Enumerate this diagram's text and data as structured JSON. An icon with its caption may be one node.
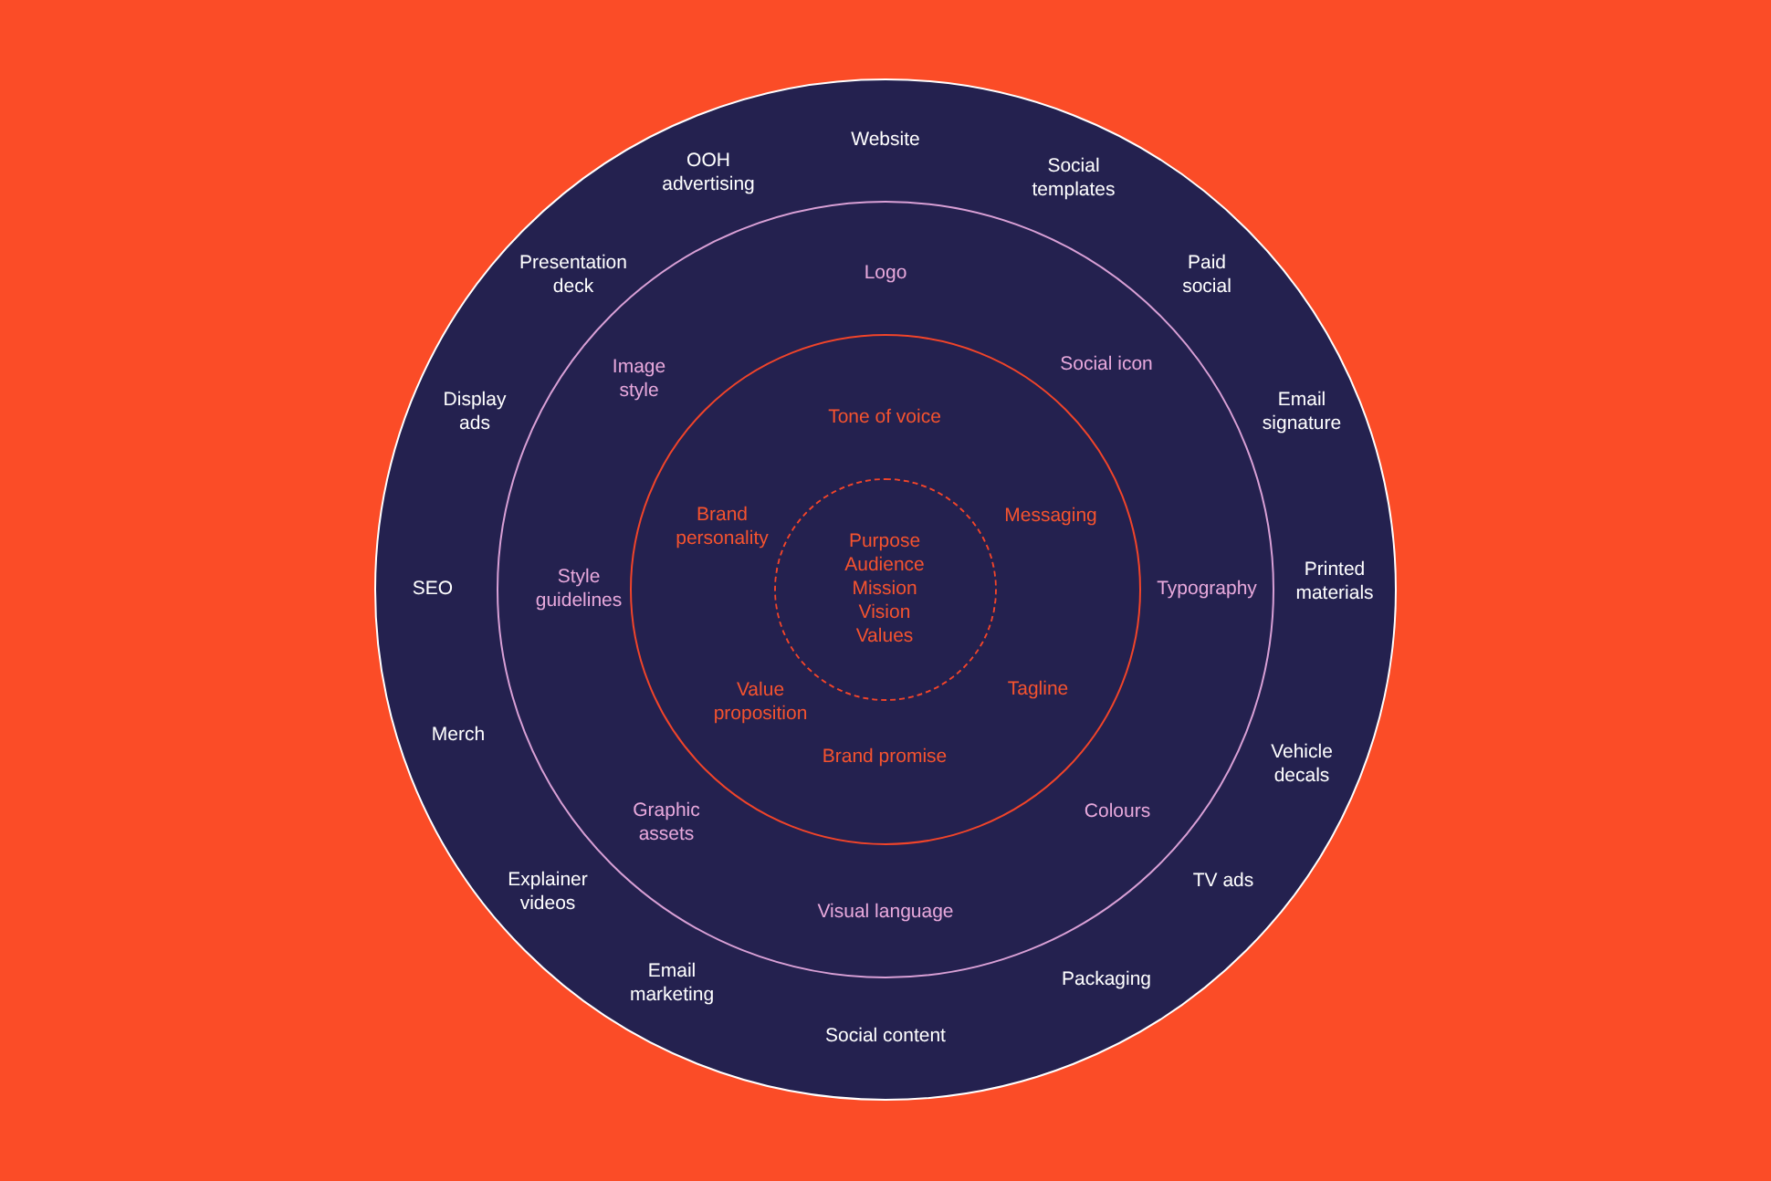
{
  "diagram": {
    "nodes": [
      {
        "text": [],
        "shape": "circle"
      },
      {
        "text": [],
        "shape": "circle",
        "in": 0
      },
      {
        "text": [
          "Tone of voice",
          "Brand personality",
          "Messaging",
          "Value proposition",
          "Tagline",
          "Brand promise"
        ],
        "in": 1
      },
      {
        "text": [
          "Purpose",
          "Audience",
          "Mission",
          "Vision",
          "Values"
        ],
        "in": 2
      }
    ],
    "edges": [],
    "labels": [
      "Website",
      "OOH advertising",
      "Social templates",
      "Presentation deck",
      "Logo",
      "Paid social",
      "Image style",
      "Social icon",
      "Display ads",
      "Email signature",
      "SEO",
      "Style guidelines",
      "Typography",
      "Printed materials",
      "Merch",
      "Vehicle decals",
      "Graphic assets",
      "Colours",
      "Explainer videos",
      "Visual language",
      "TV ads",
      "Email marketing",
      "Packaging",
      "Social content"
    ]
  }
}
